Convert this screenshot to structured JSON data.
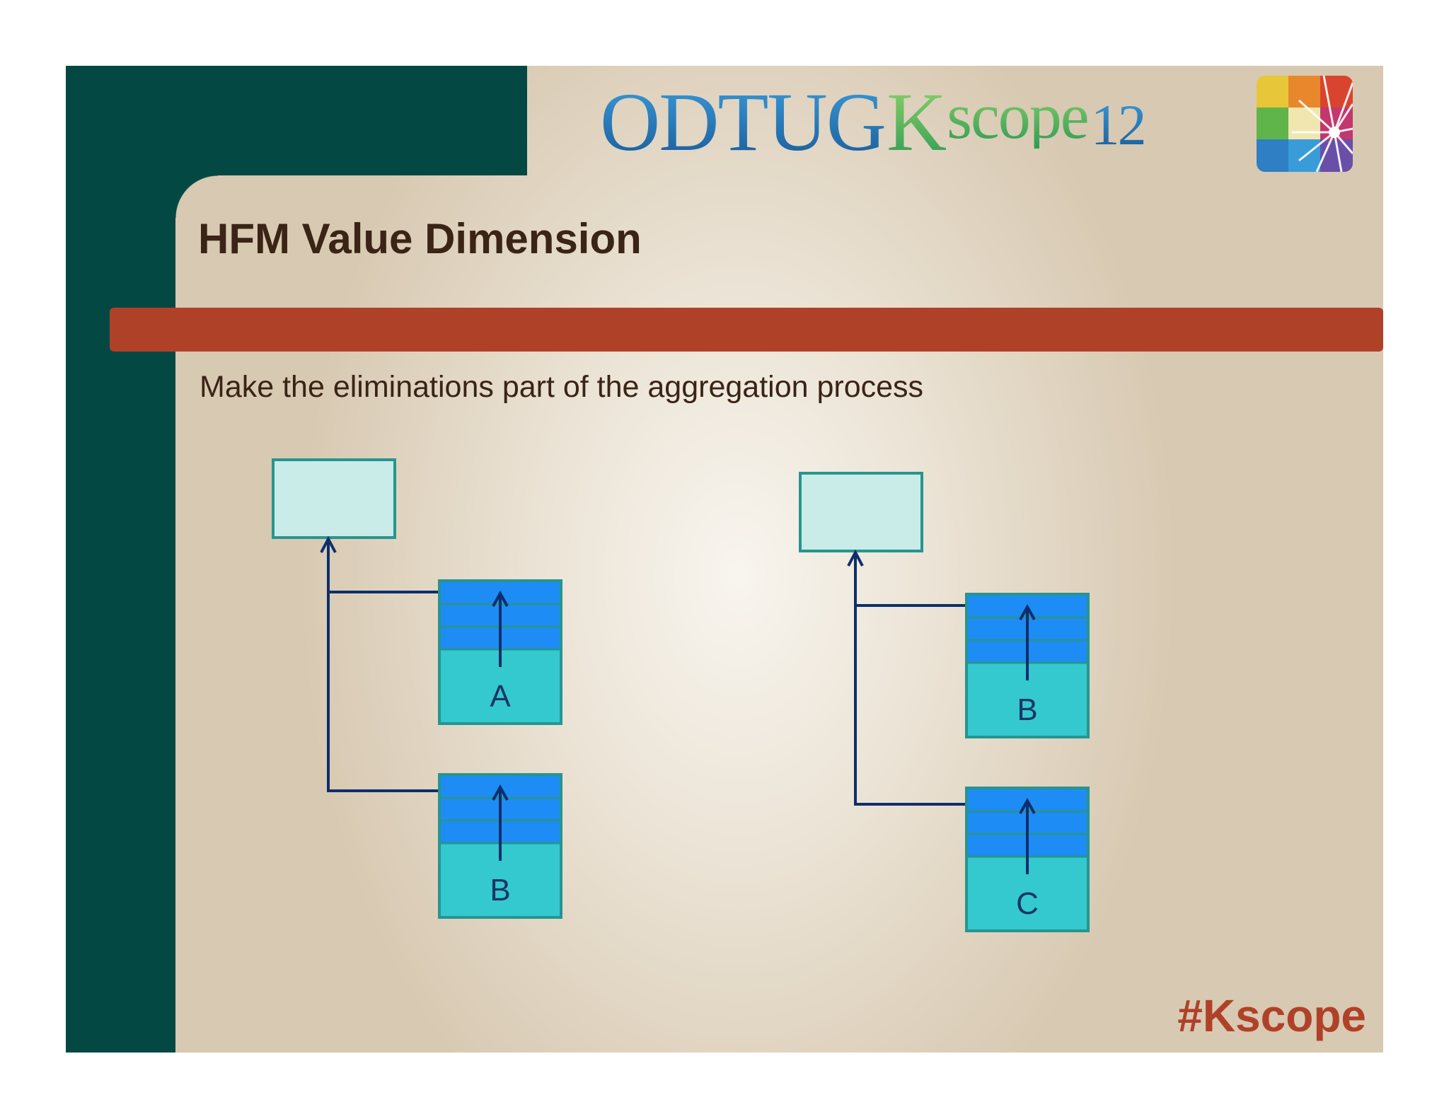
{
  "slide": {
    "title": "HFM Value Dimension",
    "body_text": "Make the eliminations part of the aggregation process",
    "hashtag": "#Kscope"
  },
  "logo": {
    "odtug": "ODTUG",
    "k": "K",
    "scope": "scope",
    "number": "12"
  },
  "diagram": {
    "left_group": {
      "children": [
        "A",
        "B"
      ]
    },
    "right_group": {
      "children": [
        "B",
        "C"
      ]
    }
  },
  "colors": {
    "panel": "#034843",
    "accent_red": "#b04129",
    "parent_box_fill": "#c9ece8",
    "box_border": "#27958f",
    "child_fill": "#33c9cf",
    "stripe_fill": "#1e8cf5",
    "line": "#0d2f6b",
    "label": "#1a3566"
  }
}
